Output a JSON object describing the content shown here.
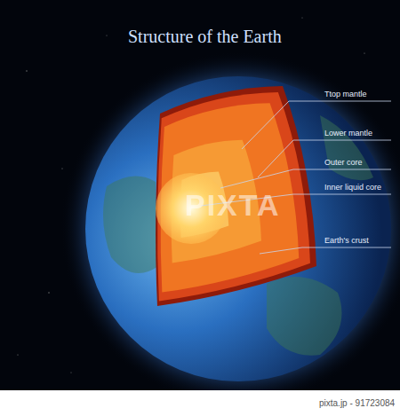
{
  "diagram": {
    "title": "Structure of the Earth",
    "labels": [
      "Ttop mantle",
      "Lower mantle",
      "Outer core",
      "Inner liquid core",
      "Earth's crust",
      "PIXTA",
      "pixta.jp - 91723084"
    ]
  }
}
